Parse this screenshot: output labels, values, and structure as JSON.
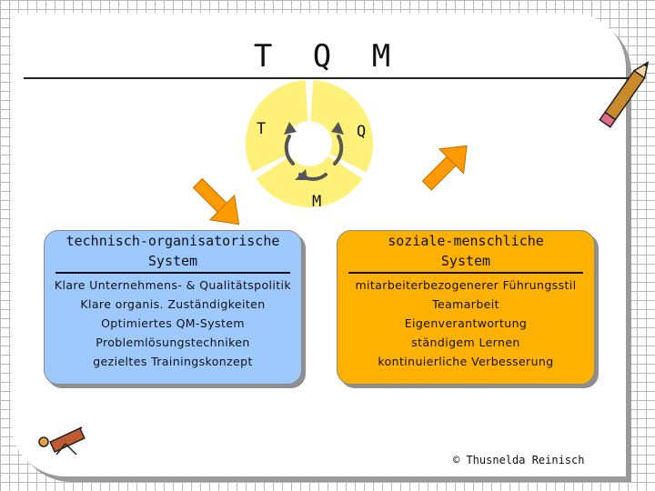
{
  "slide": {
    "title": "T Q M",
    "pie": {
      "label_t": "T",
      "label_q": "Q",
      "label_m": "M",
      "color": "#fff07a"
    },
    "left_box": {
      "heading": "technisch-organisatorische\nSystem",
      "color": "#9ec9ff",
      "items": [
        "Klare Unternehmens- & Qualitätspolitik",
        "Klare organis. Zuständigkeiten",
        "Optimiertes QM-System",
        "Problemlösungstechniken",
        "gezieltes Trainingskonzept"
      ]
    },
    "right_box": {
      "heading": "soziale-menschliche\nSystem",
      "color": "#ffb100",
      "items": [
        "mitarbeiterbezogenerer Führungsstil",
        "Teamarbeit",
        "Eigenverantwortung",
        "ständigem Lernen",
        "kontinuierliche Verbesserung"
      ]
    },
    "arrow_color": "#ff9a00",
    "copyright": "© Thusnelda Reinisch",
    "icons": [
      "pencil-icon",
      "telescope-icon",
      "cycle-arrows-icon"
    ]
  }
}
